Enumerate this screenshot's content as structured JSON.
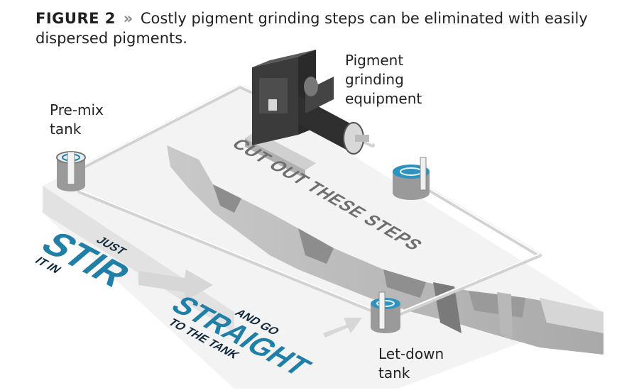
{
  "caption": {
    "figure_label": "FIGURE 2",
    "separator": "»",
    "text": "Costly pigment grinding steps can be eliminated with easily dispersed pigments."
  },
  "labels": {
    "premix_line1": "Pre-mix",
    "premix_line2": "tank",
    "grinding_line1": "Pigment",
    "grinding_line2": "grinding",
    "grinding_line3": "equipment",
    "letdown_line1": "Let-down",
    "letdown_line2": "tank"
  },
  "banners": {
    "cut_out": "CUT OUT THESE STEPS",
    "just": "JUST",
    "stir": "STIR",
    "it_in": "IT IN",
    "and_go": "AND GO",
    "straight": "STRAIGHT",
    "to_the_tank": "TO THE TANK"
  },
  "colors": {
    "accent_blue": "#1f7fa6",
    "dark_navy": "#11283a",
    "grey_text": "#6e6e6e",
    "machine_dark": "#3a3a3a",
    "ground_light": "#f1f1f1"
  }
}
